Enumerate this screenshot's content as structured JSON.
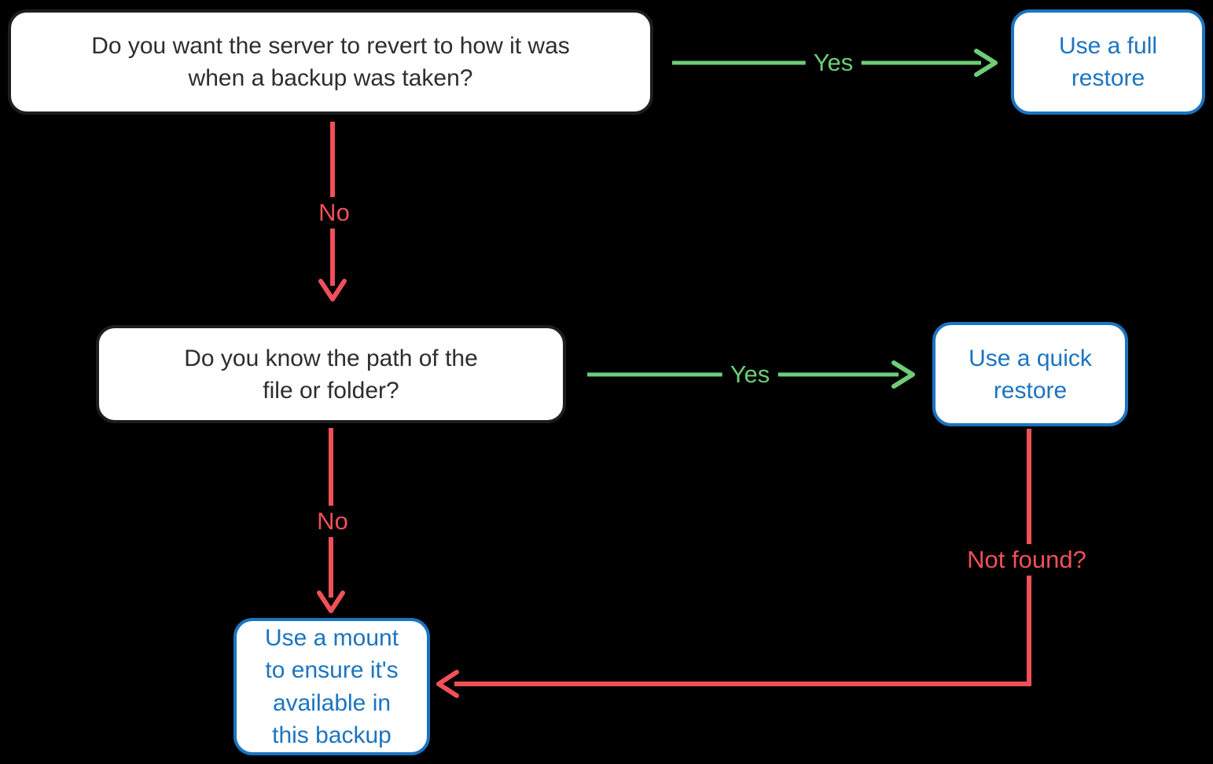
{
  "diagram": {
    "type": "flowchart",
    "colors": {
      "background": "#000000",
      "yes_edge": "#6ecd78",
      "no_edge": "#f05059",
      "action_box": "#1b74c0",
      "question_box_border": "#1e1e1e",
      "question_text": "#2d2d2d",
      "node_fill": "#ffffff"
    },
    "nodes": {
      "q1": {
        "lines": [
          "Do you want the server to revert to how it was",
          "when a backup was taken?"
        ]
      },
      "full_restore": {
        "lines": [
          "Use a full",
          "restore"
        ]
      },
      "q2": {
        "lines": [
          "Do you know the path of the",
          "file or folder?"
        ]
      },
      "quick_restore": {
        "lines": [
          "Use a quick",
          "restore"
        ]
      },
      "mount": {
        "lines": [
          "Use a mount",
          "to ensure it's",
          "available in",
          "this backup"
        ]
      }
    },
    "edges": {
      "q1_yes": {
        "label": "Yes"
      },
      "q1_no": {
        "label": "No"
      },
      "q2_yes": {
        "label": "Yes"
      },
      "q2_no": {
        "label": "No"
      },
      "quick_not_found": {
        "label": "Not found?"
      }
    }
  }
}
